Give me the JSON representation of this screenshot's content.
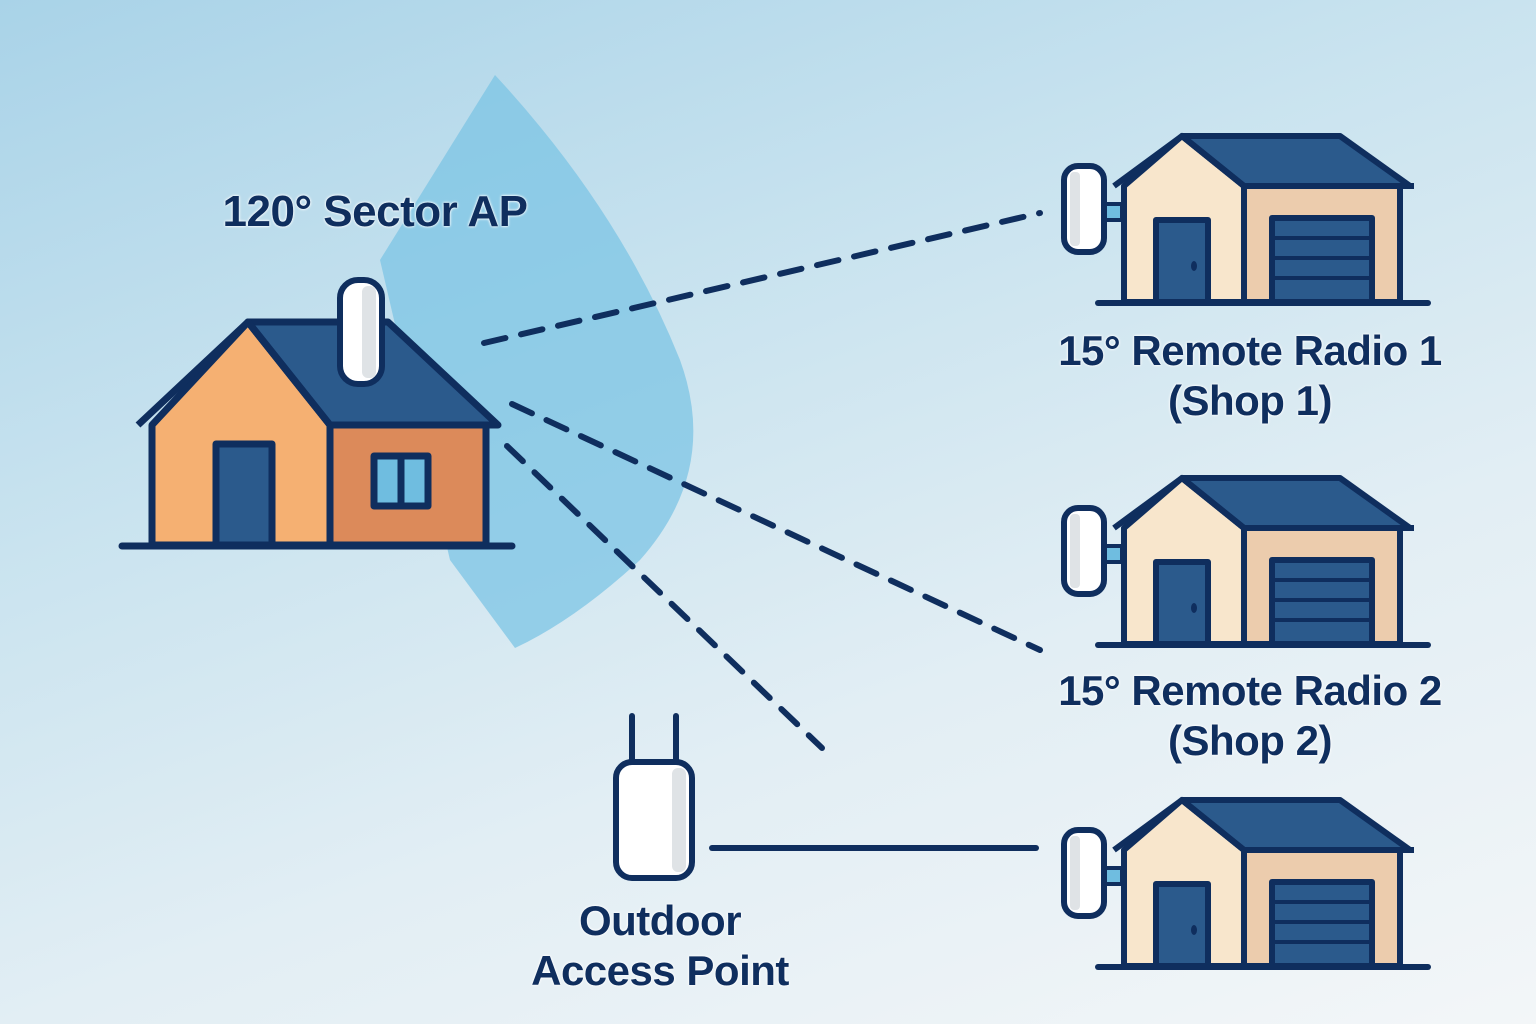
{
  "diagram": {
    "title": "Wireless network layout",
    "nodes": {
      "sector_ap": {
        "label": "120° Sector AP",
        "beam_angle_deg": 120
      },
      "remote_radio_1": {
        "label_line1": "15° Remote Radio 1",
        "label_line2": "(Shop 1)",
        "beam_angle_deg": 15
      },
      "remote_radio_2": {
        "label_line1": "15° Remote Radio 2",
        "label_line2": "(Shop 2)",
        "beam_angle_deg": 15
      },
      "outdoor_ap": {
        "label_line1": "Outdoor",
        "label_line2": "Access Point"
      },
      "shop_3": {
        "label": ""
      }
    },
    "links": [
      {
        "from": "sector_ap",
        "to": "remote_radio_1",
        "style": "dashed",
        "type": "wireless"
      },
      {
        "from": "sector_ap",
        "to": "remote_radio_2",
        "style": "dashed",
        "type": "wireless"
      },
      {
        "from": "sector_ap",
        "to": "outdoor_ap",
        "style": "dashed",
        "type": "wireless"
      },
      {
        "from": "outdoor_ap",
        "to": "shop_3",
        "style": "solid",
        "type": "wired"
      }
    ],
    "colors": {
      "outline": "#0f2e5e",
      "roof": "#2b5a8c",
      "main_house_wall": "#f5b072",
      "main_house_wall_shade": "#dc8a5a",
      "shop_wall": "#f8e6cc",
      "shop_wall_shade": "#ecccad",
      "coverage_sector": "#7cc4e4",
      "window_glass": "#6fbde0",
      "device_body": "#ffffff"
    }
  }
}
